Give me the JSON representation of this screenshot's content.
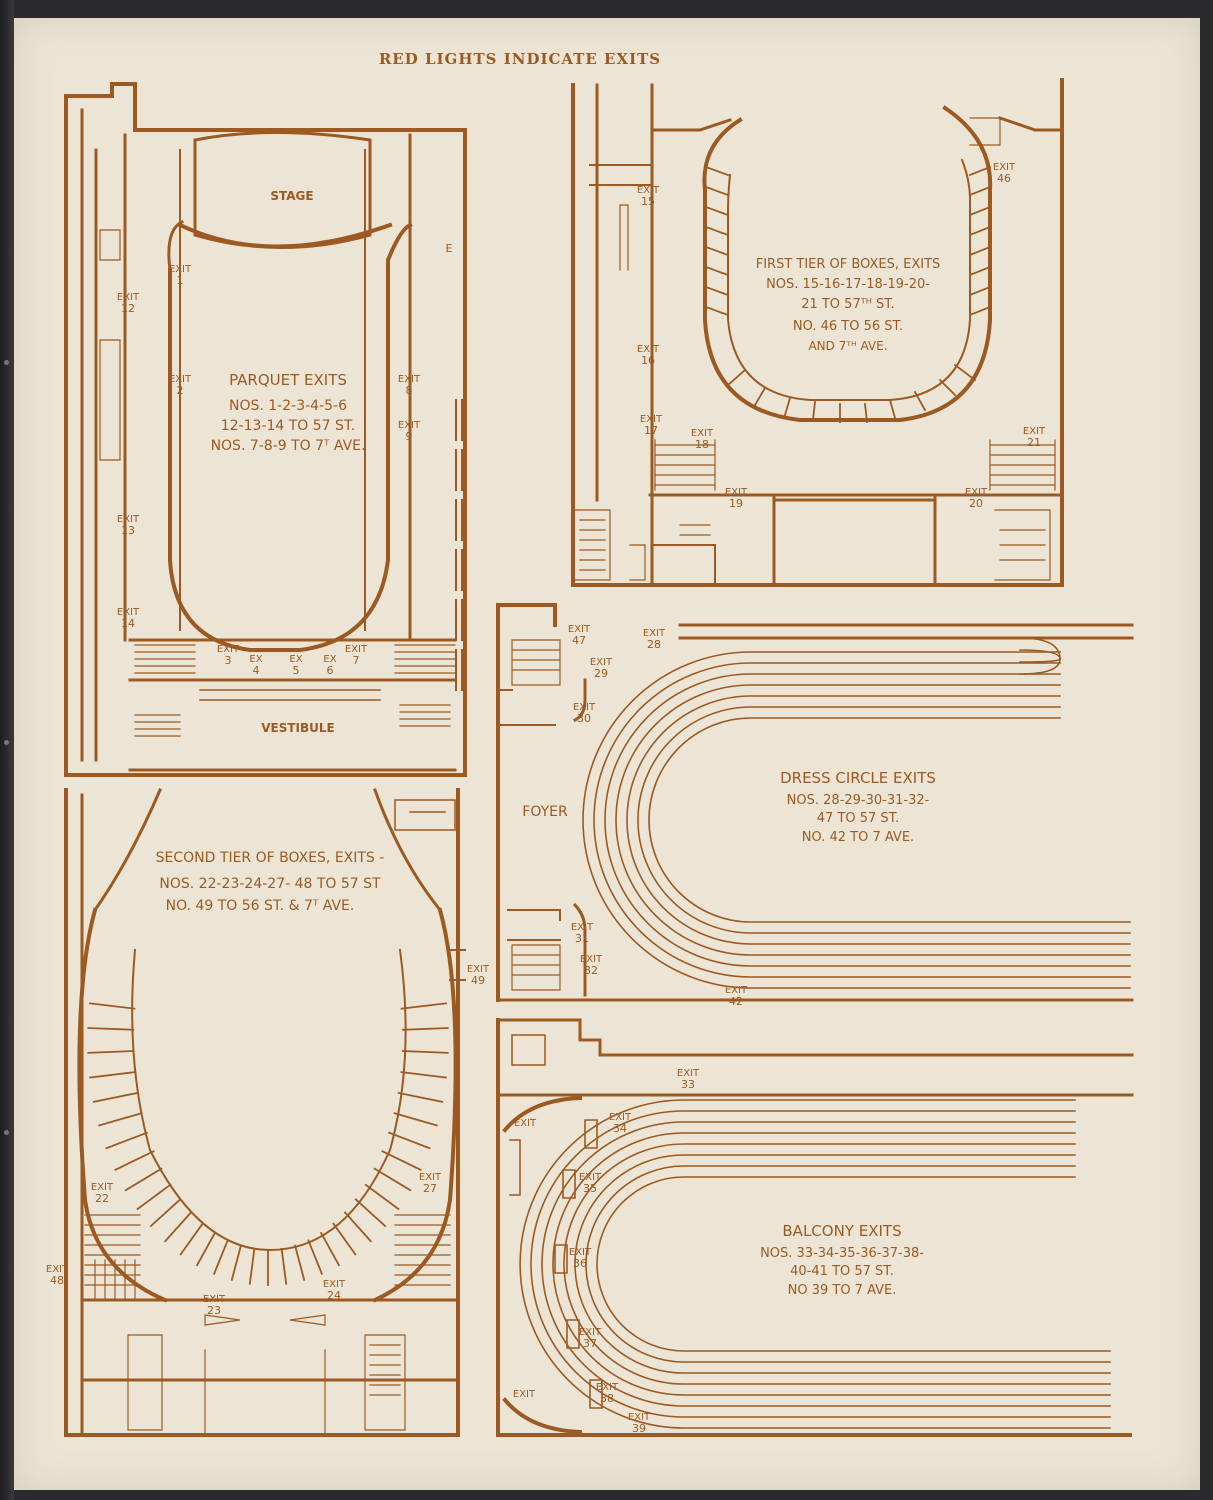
{
  "header": "RED LIGHTS INDICATE EXITS",
  "colors": {
    "ink": "#9c5a22",
    "paper": "#ece5d6",
    "background": "#2b2b2d"
  },
  "parquet": {
    "stage": "STAGE",
    "vestibule": "VESTIBULE",
    "title": "PARQUET EXITS",
    "line1": "NOS. 1-2-3-4-5-6",
    "line2": "12-13-14 TO 57 ST.",
    "line3": "NOS. 7-8-9 TO 7ᵀ AVE.",
    "exits": [
      {
        "word": "EXIT",
        "num": "1"
      },
      {
        "word": "EXIT",
        "num": "2"
      },
      {
        "word": "EXIT",
        "num": "3"
      },
      {
        "word": "EX",
        "num": "4"
      },
      {
        "word": "EX",
        "num": "5"
      },
      {
        "word": "EX",
        "num": "6"
      },
      {
        "word": "EXIT",
        "num": "7"
      },
      {
        "word": "EXIT",
        "num": "8"
      },
      {
        "word": "EXIT",
        "num": "9"
      },
      {
        "word": "EXIT",
        "num": "12"
      },
      {
        "word": "EXIT",
        "num": "13"
      },
      {
        "word": "EXIT",
        "num": "14"
      }
    ],
    "side_mark": "E"
  },
  "first_tier": {
    "title": "FIRST TIER OF BOXES, EXITS",
    "line1": "NOS. 15-16-17-18-19-20-",
    "line2": "21 TO 57ᵀᴴ ST.",
    "line3": "NO. 46 TO 56 ST.",
    "line4": "AND 7ᵀᴴ AVE.",
    "exits": [
      {
        "word": "EXIT",
        "num": "15"
      },
      {
        "word": "EXIT",
        "num": "16"
      },
      {
        "word": "EXIT",
        "num": "17"
      },
      {
        "word": "EXIT",
        "num": "18"
      },
      {
        "word": "EXIT",
        "num": "19"
      },
      {
        "word": "EXIT",
        "num": "20"
      },
      {
        "word": "EXIT",
        "num": "21"
      },
      {
        "word": "EXIT",
        "num": "46"
      }
    ]
  },
  "second_tier": {
    "title": "SECOND TIER OF BOXES, EXITS -",
    "line1": "NOS. 22-23-24-27- 48 TO 57 ST",
    "line2": "NO. 49 TO 56 ST. & 7ᵀ AVE.",
    "exits": [
      {
        "word": "EXIT",
        "num": "22"
      },
      {
        "word": "EXIT",
        "num": "23"
      },
      {
        "word": "EXIT",
        "num": "24"
      },
      {
        "word": "EXIT",
        "num": "27"
      },
      {
        "word": "EXIT",
        "num": "48"
      },
      {
        "word": "EXIT",
        "num": "49"
      }
    ]
  },
  "dress_circle": {
    "foyer": "FOYER",
    "title": "DRESS CIRCLE EXITS",
    "line1": "NOS. 28-29-30-31-32-",
    "line2": "47 TO 57 ST.",
    "line3": "NO. 42 TO 7 AVE.",
    "exits": [
      {
        "word": "EXIT",
        "num": "47"
      },
      {
        "word": "EXIT",
        "num": "28"
      },
      {
        "word": "EXIT",
        "num": "29"
      },
      {
        "word": "EXIT",
        "num": "30"
      },
      {
        "word": "EXIT",
        "num": "31"
      },
      {
        "word": "EXIT",
        "num": "32"
      },
      {
        "word": "EXIT",
        "num": "42"
      }
    ]
  },
  "balcony": {
    "title": "BALCONY EXITS",
    "line1": "NOS. 33-34-35-36-37-38-",
    "line2": "40-41 TO 57 ST.",
    "line3": "NO 39 TO 7 AVE.",
    "exits": [
      {
        "word": "EXIT",
        "num": "33"
      },
      {
        "word": "EXIT",
        "num": "34"
      },
      {
        "word": "EXIT",
        "num": "35"
      },
      {
        "word": "EXIT",
        "num": "36"
      },
      {
        "word": "EXIT",
        "num": "37"
      },
      {
        "word": "EXIT",
        "num": "38"
      },
      {
        "word": "EXIT",
        "num": "39"
      },
      {
        "word": "EXIT",
        "num": ""
      },
      {
        "word": "EXIT",
        "num": ""
      }
    ]
  }
}
